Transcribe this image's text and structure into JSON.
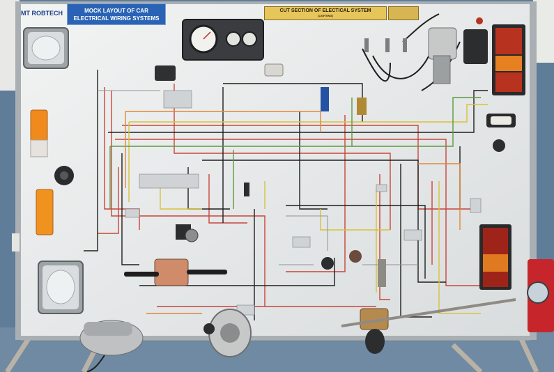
{
  "board": {
    "logo": "MT ROBTECH",
    "title_line1": "MOCK LAYOUT OF CAR",
    "title_line2": "ELECTRICAL WIRING SYSTEMS",
    "section_title": "CUT SECTION OF ELECTICAL SYSTEM",
    "section_subtitle": "(LIGHTING)"
  },
  "colors": {
    "wall": "#5f7d98",
    "board": "#eef0f0",
    "frame": "#aeb4b8",
    "title_plate": "#2a63b5",
    "brass_plate": "#e6c55a",
    "wire_red": "#c8453a",
    "wire_black": "#1e1e1e",
    "wire_yellow": "#d7c23c",
    "wire_green": "#5a9a40",
    "wire_orange": "#e0873a"
  }
}
